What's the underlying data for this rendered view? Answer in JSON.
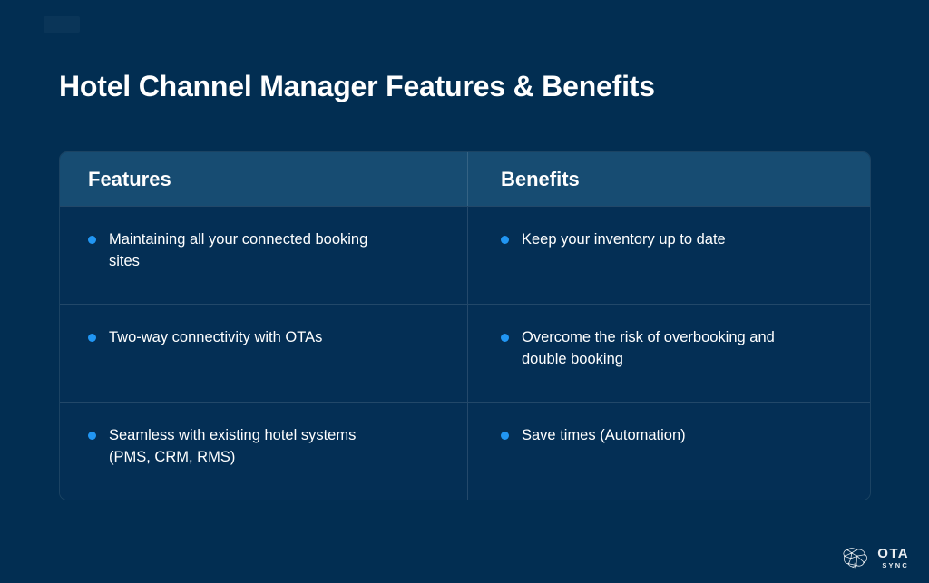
{
  "slide": {
    "title": "Hotel Channel Manager Features & Benefits",
    "background_color": "#022e52",
    "accent_color": "#2196f3",
    "header_row_color": "#174c72"
  },
  "table": {
    "columns": [
      {
        "header": "Features"
      },
      {
        "header": "Benefits"
      }
    ],
    "rows": [
      {
        "features": "Maintaining all your connected booking sites",
        "benefits": "Keep your inventory up to date"
      },
      {
        "features": "Two-way connectivity with OTAs",
        "benefits": "Overcome the risk of overbooking and double booking"
      },
      {
        "features": "Seamless with existing hotel systems (PMS, CRM, RMS)",
        "benefits": "Save times (Automation)"
      }
    ]
  },
  "logo": {
    "icon": "brain-network-icon",
    "primary": "OTA",
    "secondary": "SYNC"
  }
}
